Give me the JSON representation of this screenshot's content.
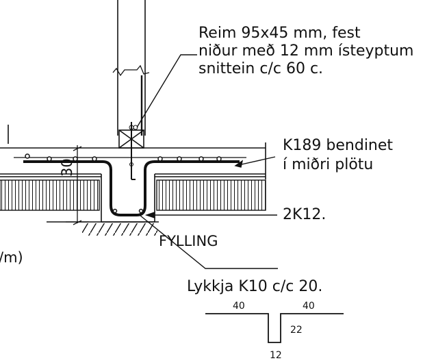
{
  "annotations": {
    "beam_note": {
      "line1": "Reim 95x45 mm, fest",
      "line2": "niður með 12 mm ísteyptum",
      "line3": "snittein c/c 60 c."
    },
    "mesh_note": {
      "line1": "K189 bendinet",
      "line2": "í miðri plötu"
    },
    "rebar_note": "2K12.",
    "fill_label": "FYLLING",
    "left_cut_text": "/m)",
    "height_dim": "30"
  },
  "loop_detail": {
    "title": "Lykkja K10 c/c 20.",
    "left_length": "40",
    "right_length": "40",
    "depth": "22",
    "width": "12"
  },
  "colors": {
    "line": "#111111",
    "background": "#ffffff"
  }
}
